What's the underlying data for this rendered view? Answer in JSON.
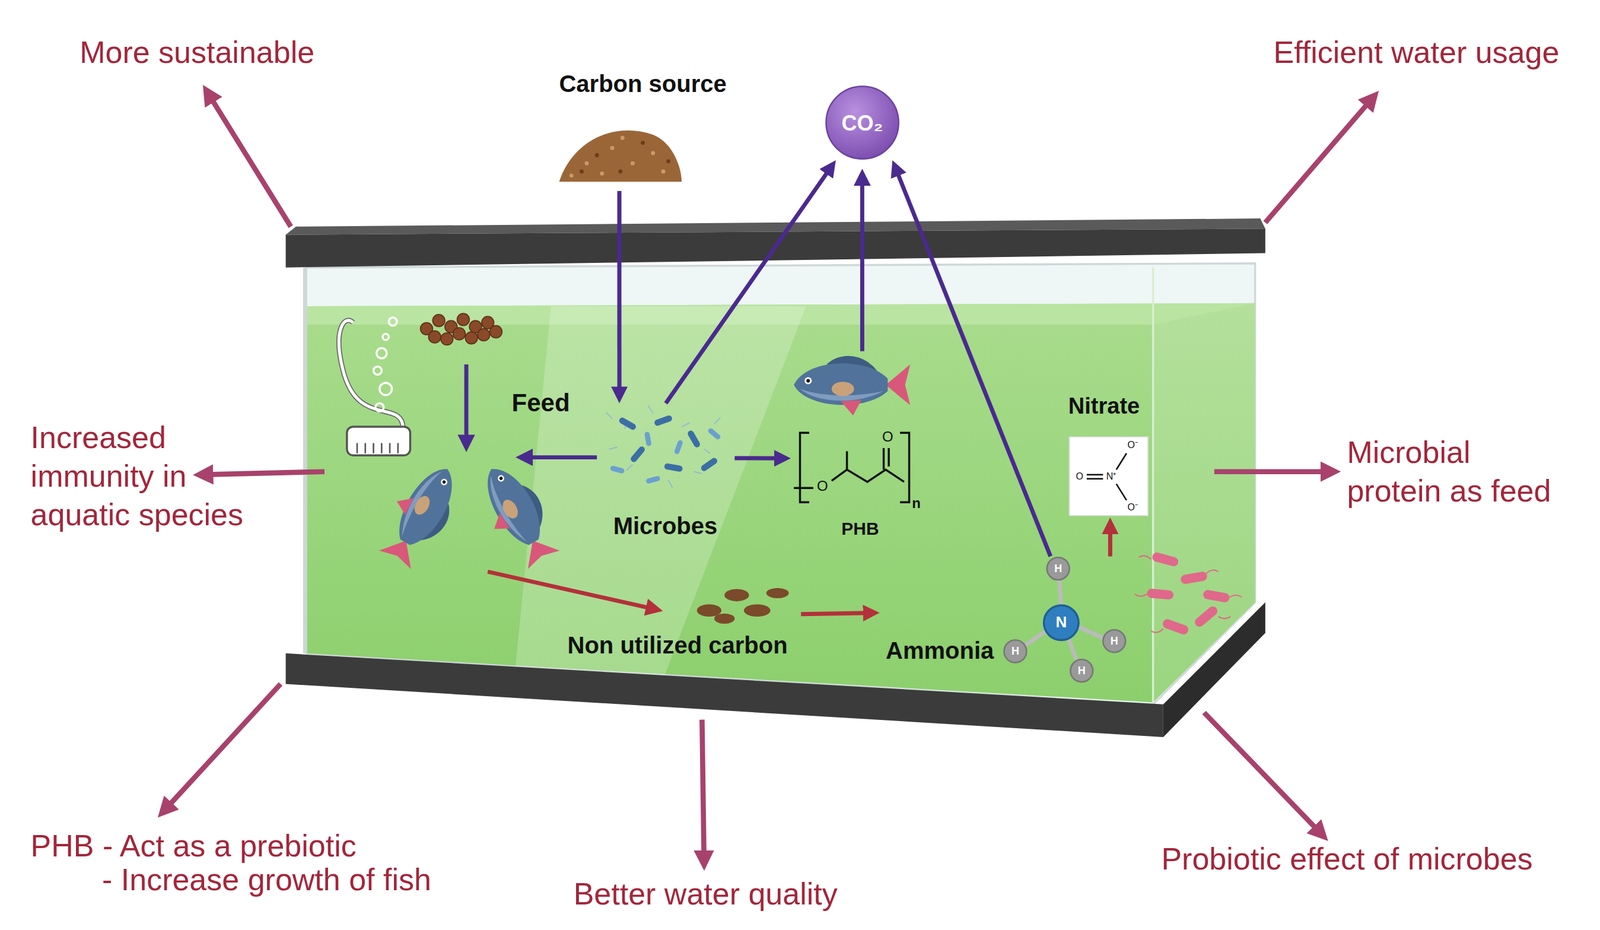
{
  "diagram": {
    "nodes": [
      {
        "text": [
          "Carbon source"
        ]
      },
      {
        "text": [
          "CO₂"
        ]
      },
      {
        "text": [
          "Microbes"
        ]
      },
      {
        "text": [
          "PHB"
        ]
      },
      {
        "text": [
          "Nitrate"
        ]
      },
      {
        "text": [
          "Non utilized carbon"
        ]
      },
      {
        "text": [
          "Ammonia"
        ]
      }
    ],
    "edges": [
      {
        "from": 0,
        "to": 2,
        "arrow": "to"
      },
      {
        "from": 2,
        "to": 1,
        "arrow": "to"
      },
      {
        "from": 2,
        "to": 3,
        "arrow": "to"
      },
      {
        "from": 6,
        "to": 1,
        "arrow": "to"
      },
      {
        "from": 5,
        "to": 6,
        "arrow": "to"
      },
      {
        "from": 6,
        "to": 4,
        "arrow": "to"
      }
    ],
    "labels": [
      "More sustainable",
      "Efficient water usage",
      "Feed",
      "Increased immunity in aquatic species",
      "Microbial protein as feed",
      "O",
      "O",
      "n",
      "O⁻",
      "O",
      "N⁺",
      "O⁻",
      "H",
      "H",
      "N",
      "H",
      "H",
      "PHB - Act as a prebiotic",
      "- Increase growth of fish",
      "Better water quality",
      "Probiotic effect of microbes"
    ]
  }
}
